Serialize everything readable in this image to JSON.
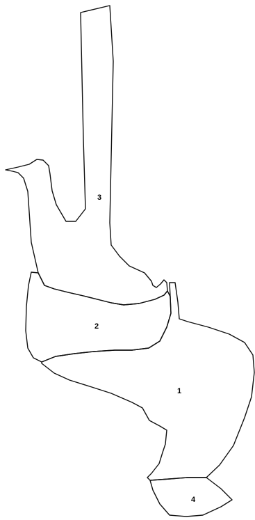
{
  "regions": [
    {
      "id": "1",
      "label": "1"
    },
    {
      "id": "2",
      "label": "2"
    },
    {
      "id": "3",
      "label": "3"
    },
    {
      "id": "4",
      "label": "4"
    }
  ],
  "colors": {
    "stroke": "#111111",
    "background": "#ffffff",
    "label": "#000000"
  }
}
